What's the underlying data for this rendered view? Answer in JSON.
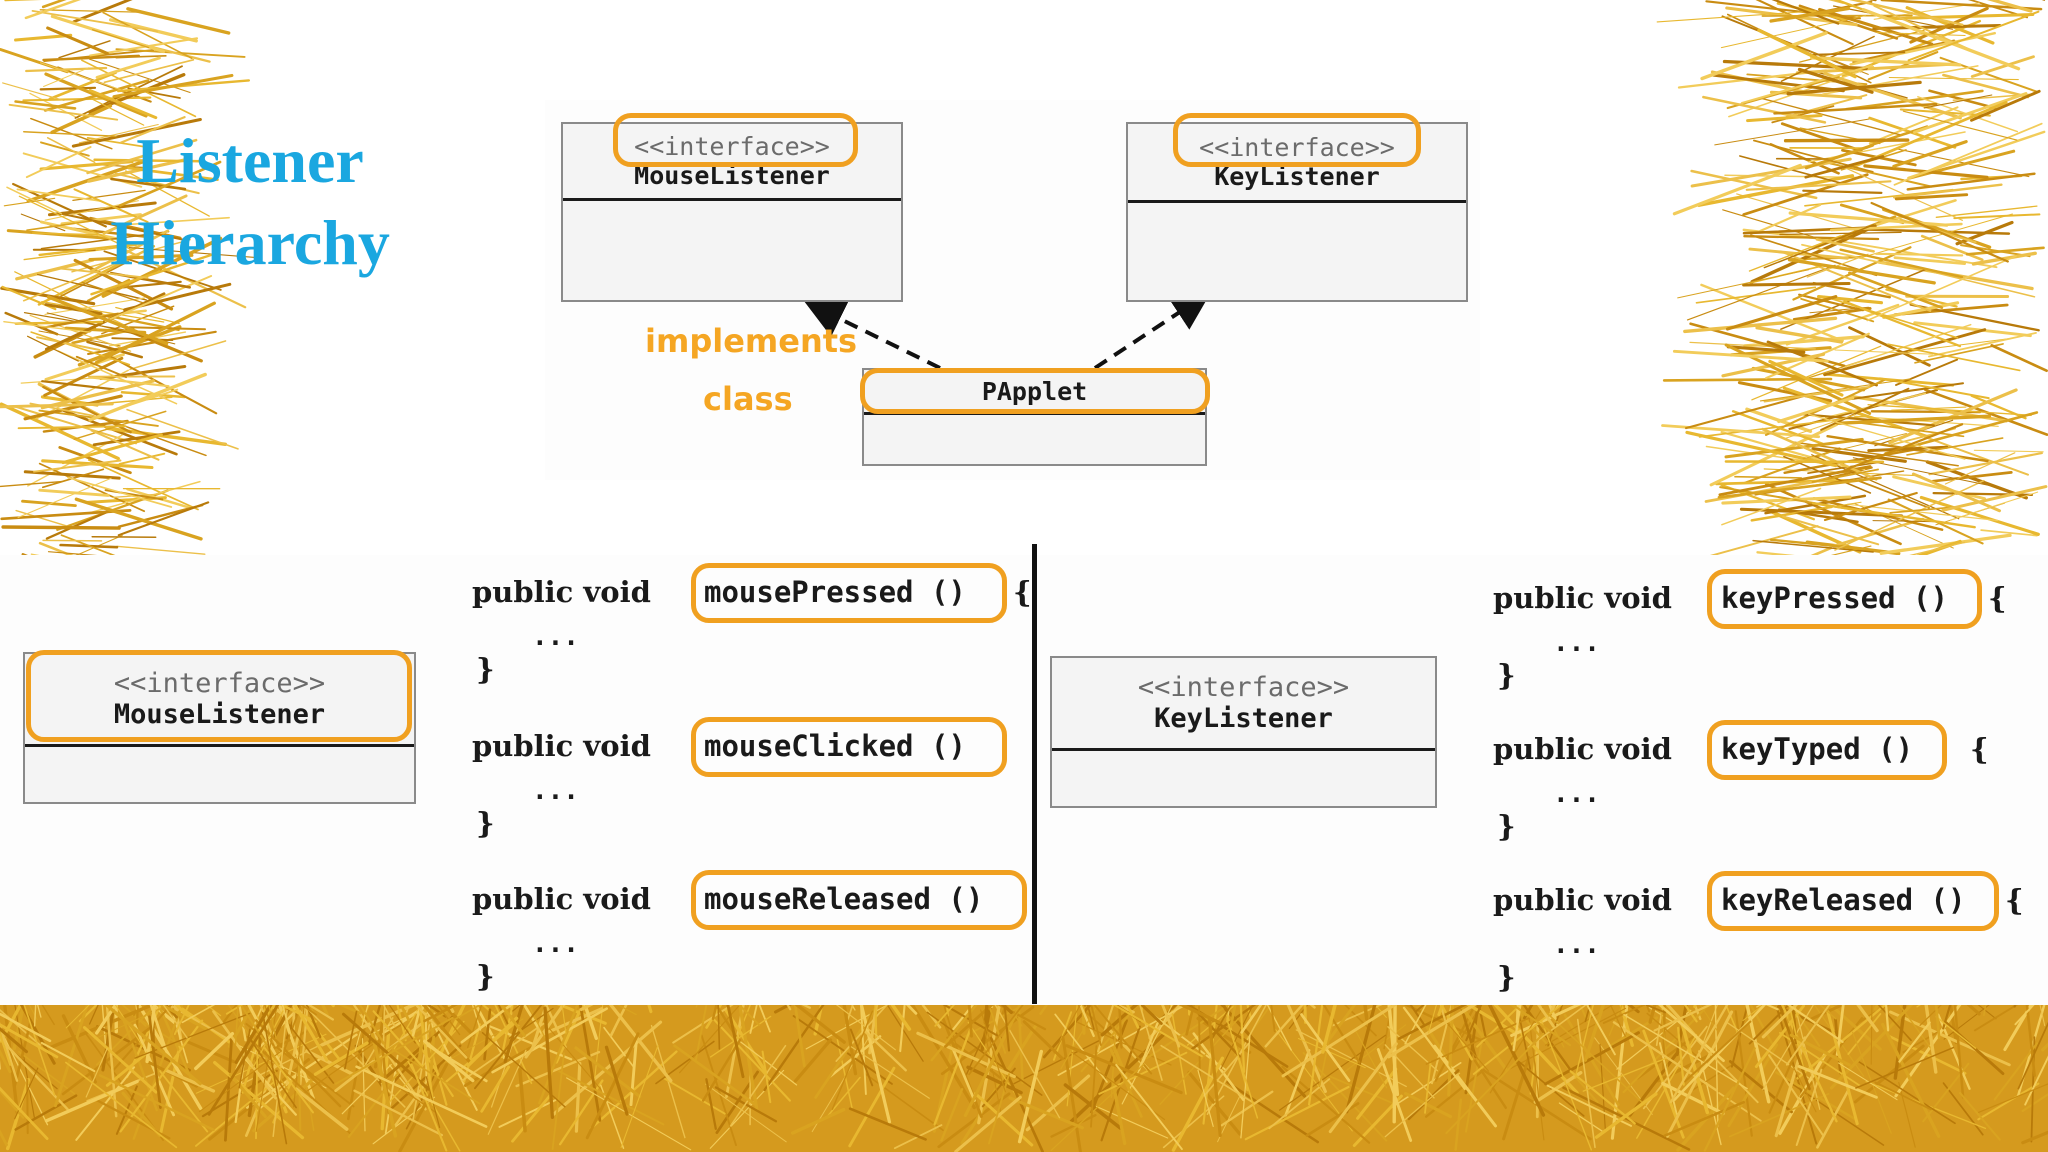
{
  "title": {
    "line1": "Listener",
    "line2": "Hierarchy"
  },
  "top_diagram": {
    "mouse_listener": {
      "stereotype": "<<interface>>",
      "name": "MouseListener"
    },
    "key_listener": {
      "stereotype": "<<interface>>",
      "name": "KeyListener"
    },
    "papplet": {
      "name": "PApplet"
    },
    "implements_label": "implements",
    "class_label": "class"
  },
  "bottom_left": {
    "interface": {
      "stereotype": "<<interface>>",
      "name": "MouseListener"
    },
    "methods": [
      {
        "prefix": "public void",
        "name": "mousePressed ()",
        "open": "{",
        "dots": "...",
        "close": "}"
      },
      {
        "prefix": "public void",
        "name": "mouseClicked ()",
        "open": "",
        "dots": "...",
        "close": "}"
      },
      {
        "prefix": "public void",
        "name": "mouseReleased ()",
        "open": "",
        "dots": "...",
        "close": "}"
      }
    ]
  },
  "bottom_right": {
    "interface": {
      "stereotype": "<<interface>>",
      "name": "KeyListener"
    },
    "methods": [
      {
        "prefix": "public void",
        "name": "keyPressed ()",
        "open": "{",
        "dots": "...",
        "close": "}"
      },
      {
        "prefix": "public void",
        "name": "keyTyped ()",
        "open": "{",
        "dots": "...",
        "close": "}"
      },
      {
        "prefix": "public void",
        "name": "keyReleased ()",
        "open": "{",
        "dots": "...",
        "close": "}"
      }
    ]
  },
  "colors": {
    "title": "#1aa7e0",
    "highlight": "#f0a020",
    "orange_label": "#f5a623",
    "tinsel": "#d9a320"
  }
}
